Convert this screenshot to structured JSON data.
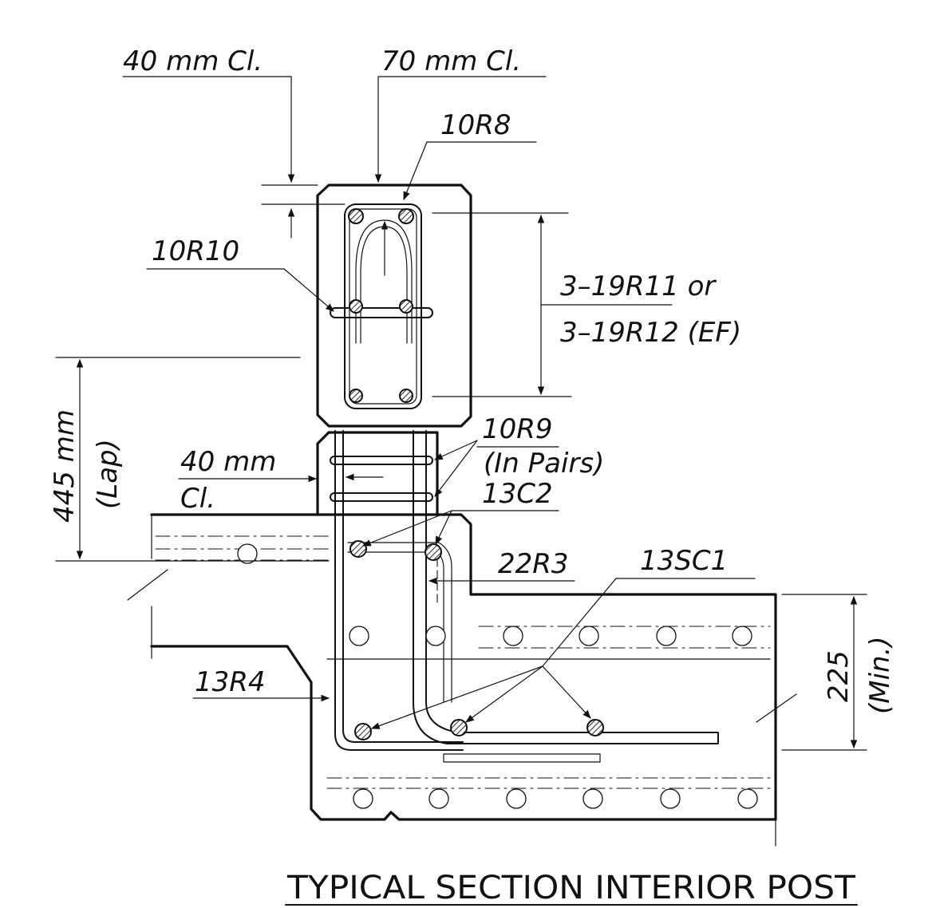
{
  "title": "TYPICAL SECTION INTERIOR POST",
  "labels": {
    "cover_top_40": "40 mm Cl.",
    "cover_top_70": "70 mm Cl.",
    "stirrup_10R8": "10R8",
    "tie_10R10": "10R10",
    "bars_line1": "3–19R11 or",
    "bars_line2": "3–19R12 (EF)",
    "lap_length": "445 mm",
    "lap_note": "(Lap)",
    "cover_side_40": "40 mm",
    "cover_side_cl": "Cl.",
    "ties_10R9": "10R9",
    "ties_pairs": "(In Pairs)",
    "bar_13C2": "13C2",
    "bar_22R3": "22R3",
    "bar_13SC1": "13SC1",
    "bar_13R4": "13R4",
    "slab_depth": "225",
    "slab_depth_note": "(Min.)"
  }
}
